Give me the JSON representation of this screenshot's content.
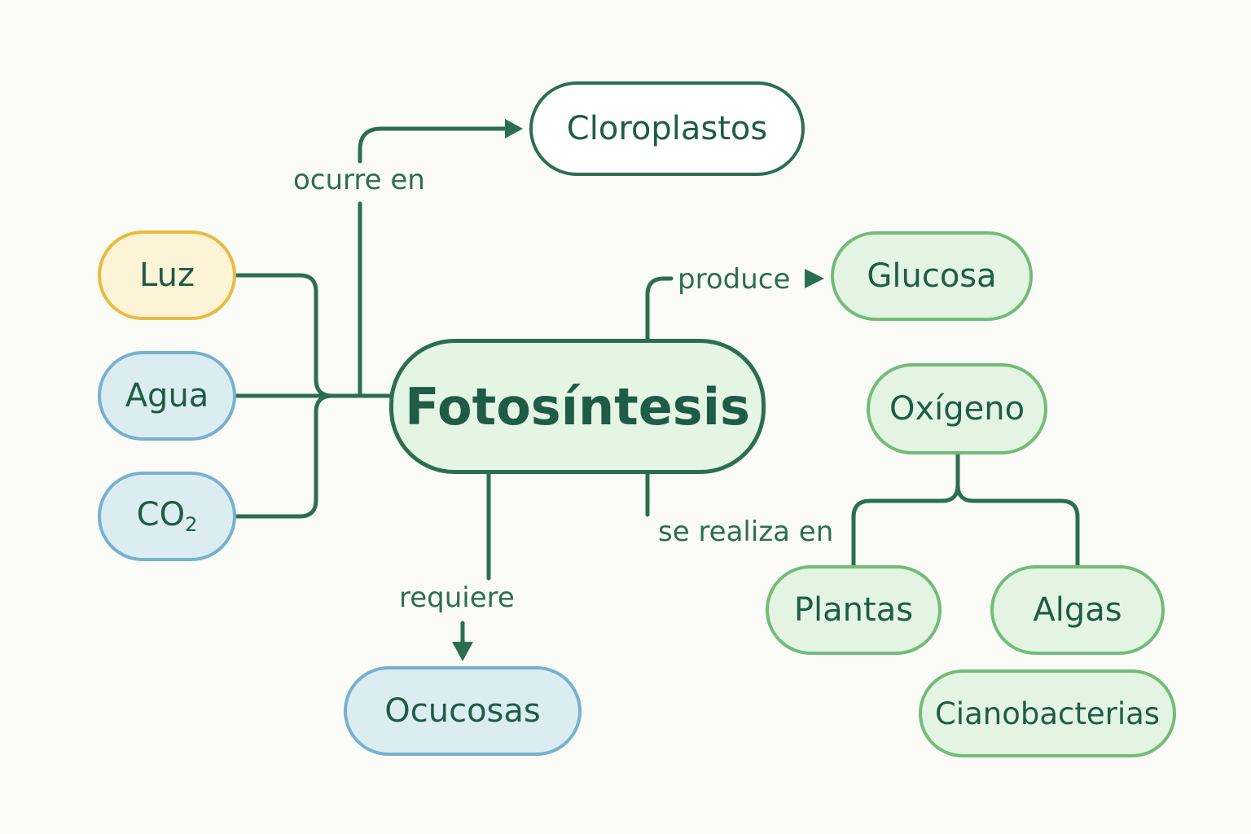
{
  "nodes": {
    "center": "Fotosíntesis",
    "cloroplastos": "Cloroplastos",
    "luz": "Luz",
    "agua": "Agua",
    "co2_base": "CO",
    "co2_sub": "2",
    "glucosa": "Glucosa",
    "oxigeno": "Oxígeno",
    "plantas": "Plantas",
    "algas": "Algas",
    "cianobacterias": "Cianobacterias",
    "ocucosas": "Ocucosas"
  },
  "labels": {
    "ocurre_en": "ocurre en",
    "produce": "produce",
    "se_realiza_en": "se realiza en",
    "requiere": "requiere"
  },
  "colors": {
    "line": "#2c6e50",
    "text": "#1f5c45",
    "yellow_border": "#e8bb3f",
    "blue_border": "#77b1d0",
    "green_border": "#73bc78",
    "background": "#fbfbf7"
  }
}
